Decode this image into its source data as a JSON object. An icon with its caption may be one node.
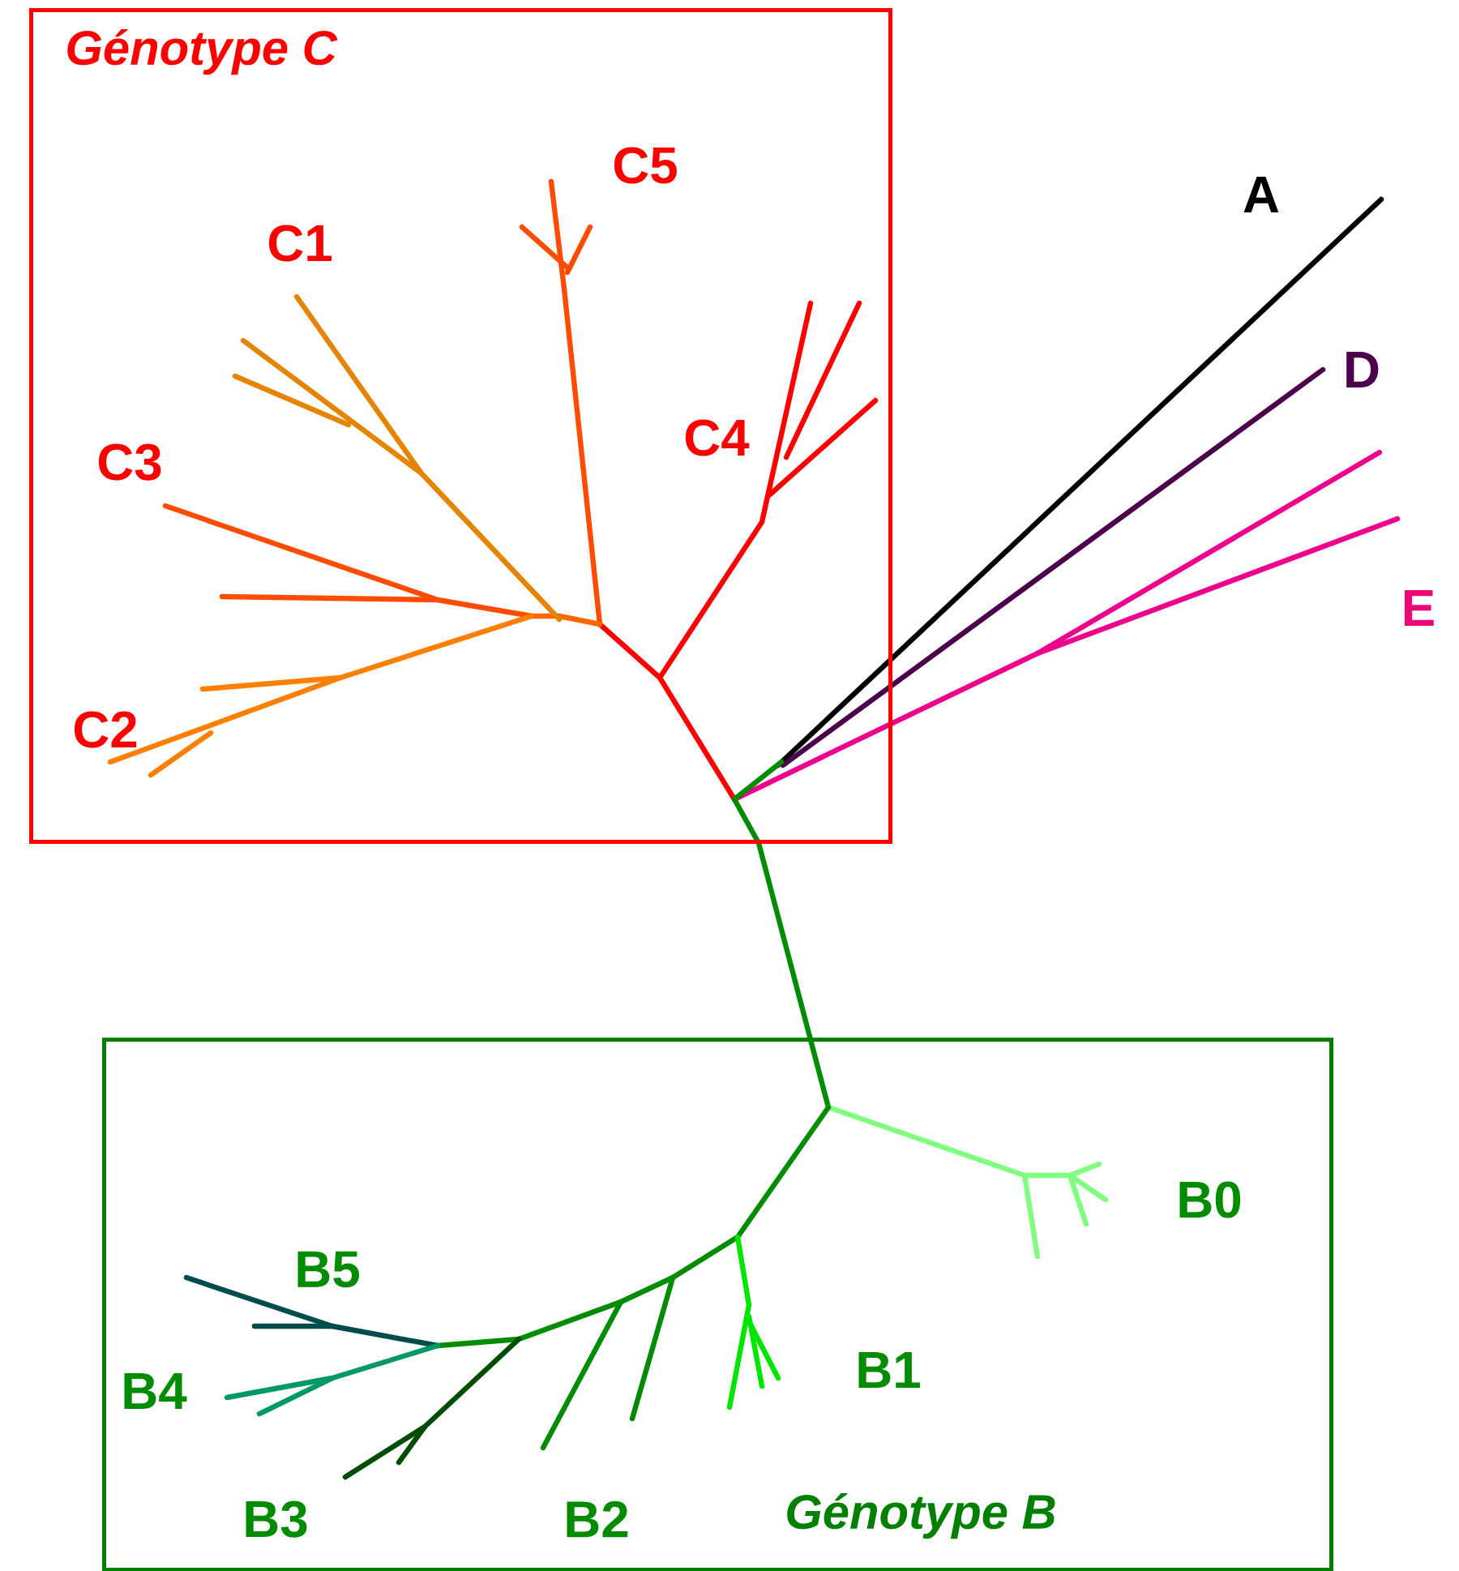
{
  "diagram": {
    "nodes": [
      {
        "text": [
          "Génotype C"
        ]
      },
      {
        "text": [
          "Génotype B"
        ]
      }
    ],
    "edges": [],
    "labels": [
      "C5",
      "C1",
      "C3",
      "C4",
      "C2",
      "A",
      "D",
      "E",
      "B0",
      "B5",
      "B1",
      "B4",
      "B3",
      "B2"
    ]
  }
}
